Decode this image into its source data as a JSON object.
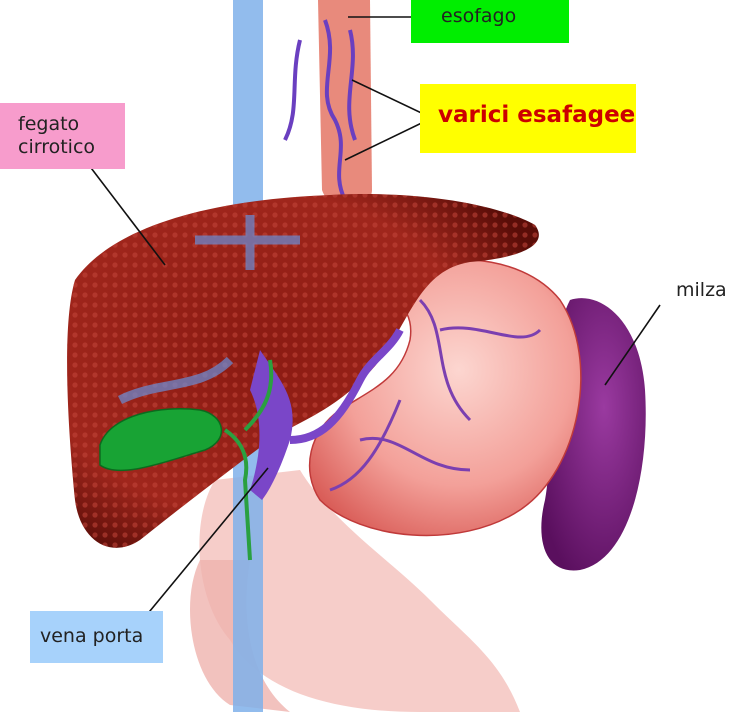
{
  "labels": {
    "esophagus": "esofago",
    "varices": "varici esafagee",
    "liver": "fegato cirrotico",
    "spleen": "milza",
    "portal_vein": "vena porta"
  },
  "colors": {
    "esophagus_box": "#00ee00",
    "varices_box": "#ffff00",
    "varices_text": "#cc0000",
    "liver_box": "#f79ccc",
    "portal_vein_box": "#a7d2fb"
  }
}
